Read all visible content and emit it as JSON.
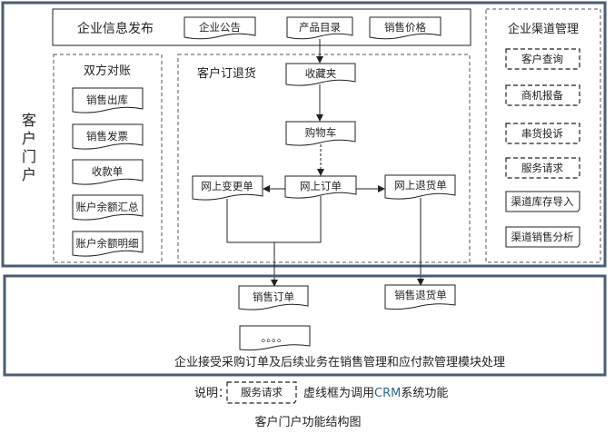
{
  "diagram": {
    "title": "客户门户功能结构图",
    "portal_label": [
      "客",
      "户",
      "门",
      "户"
    ],
    "info_publish": {
      "title": "企业信息发布",
      "items": [
        "企业公告",
        "产品目录",
        "销售价格"
      ]
    },
    "reconciliation": {
      "title": "双方对账",
      "items": [
        "销售出库",
        "销售发票",
        "收款单",
        "账户余额汇总",
        "账户余额明细"
      ]
    },
    "order_return": {
      "title": "客户订退货",
      "favorites": "收藏夹",
      "cart": "购物车",
      "online_order": "网上订单",
      "online_change": "网上变更单",
      "online_return": "网上退货单"
    },
    "channel_mgmt": {
      "title": "企业渠道管理",
      "crm_items": [
        "客户查询",
        "商机报备",
        "串货投诉",
        "服务请求"
      ],
      "items": [
        "渠道库存导入",
        "渠道销售分析"
      ]
    },
    "backend": {
      "sales_order": "销售订单",
      "sales_return": "销售退货单",
      "ellipsis": "。。。。",
      "note": "企业接受采购订单及后续业务在销售管理和应付款管理模块处理"
    },
    "legend": {
      "prefix": "说明：",
      "sample": "服务请求",
      "description_pre": "虚线框为调用",
      "description_crm": "CRM",
      "description_post": "系统功能",
      "crm_color": "#2b6a8f"
    }
  }
}
